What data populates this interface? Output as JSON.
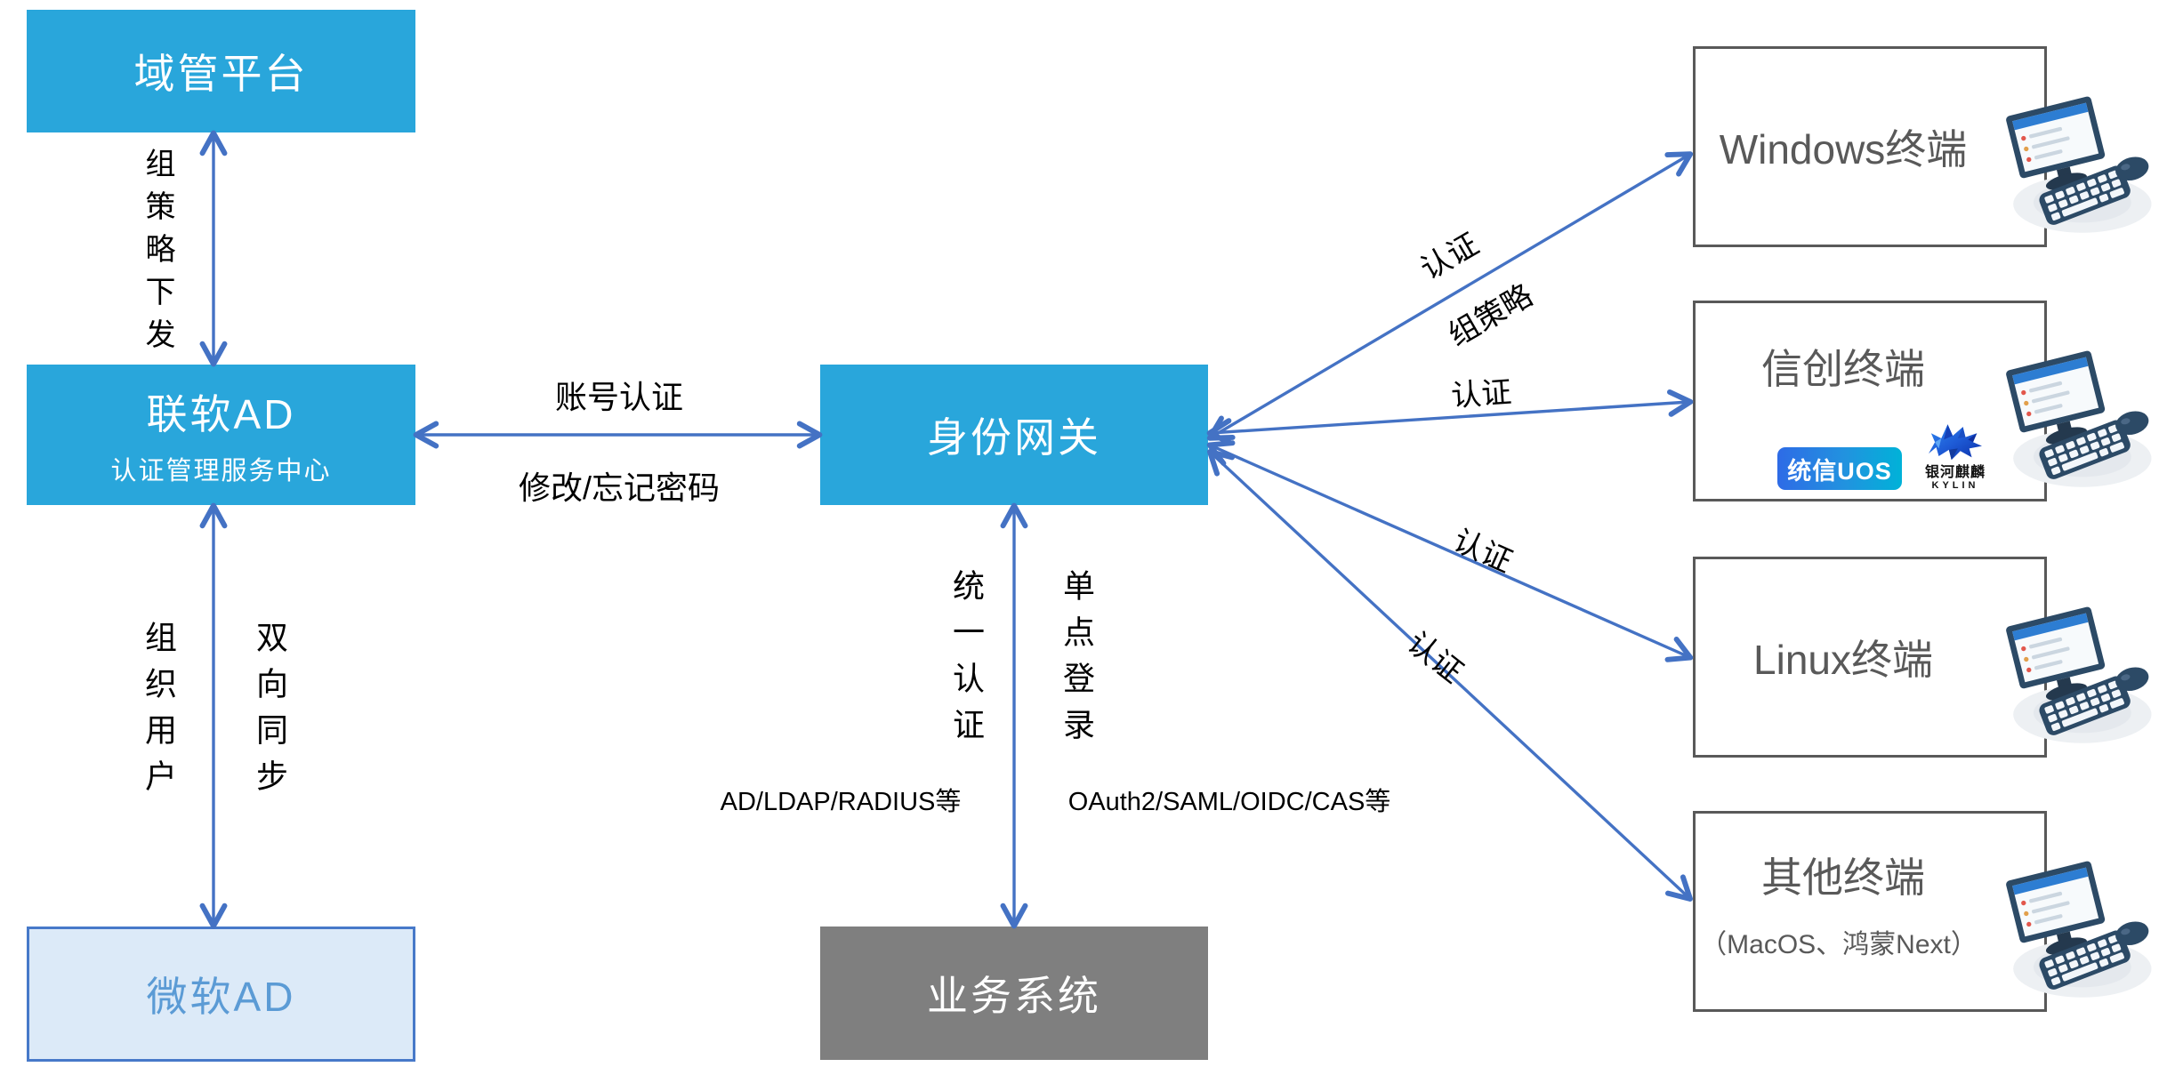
{
  "colors": {
    "primary_blue": "#29A6DB",
    "arrow_blue": "#4472C4",
    "ms_ad_fill": "#DCEAF8",
    "ms_ad_border": "#4779C9",
    "ms_ad_text": "#5B9BD5",
    "business_gray": "#7F7F7F",
    "terminal_border": "#595959",
    "terminal_text": "#595959",
    "label_black": "#000000"
  },
  "nodes": {
    "domain_platform": {
      "label": "域管平台"
    },
    "leagsoft_ad": {
      "title": "联软AD",
      "subtitle": "认证管理服务中心"
    },
    "microsoft_ad": {
      "label": "微软AD"
    },
    "identity_gateway": {
      "label": "身份网关"
    },
    "business_system": {
      "label": "业务系统"
    },
    "terminals": [
      {
        "title": "Windows终端"
      },
      {
        "title": "信创终端",
        "logos": {
          "uos": "统信UOS",
          "kylin_cn": "银河麒麟",
          "kylin_en": "KYLIN"
        }
      },
      {
        "title": "Linux终端"
      },
      {
        "title": "其他终端",
        "subtitle": "（MacOS、鸿蒙Next）"
      }
    ]
  },
  "edges": {
    "group_policy_push": "组策略下发",
    "org_users": "组织用户",
    "bidirectional_sync": "双向同步",
    "account_auth": "账号认证",
    "modify_forgot_password": "修改/忘记密码",
    "unified_auth": "统一认证",
    "sso": "单点登录",
    "unified_auth_protocols": "AD/LDAP/RADIUS等",
    "sso_protocols": "OAuth2/SAML/OIDC/CAS等",
    "auth_windows": "认证",
    "group_policy": "组策略",
    "auth_xinchuang": "认证",
    "auth_linux": "认证",
    "auth_other": "认证"
  }
}
